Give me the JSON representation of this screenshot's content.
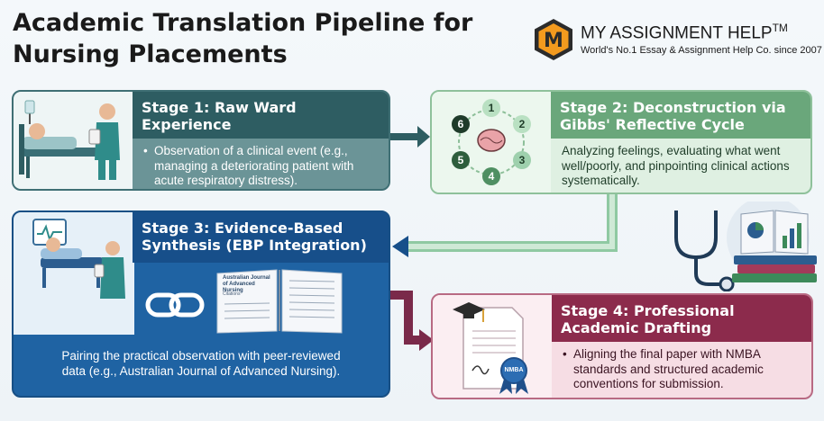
{
  "title": "Academic Translation Pipeline for Nursing Placements",
  "logo": {
    "letter": "M",
    "name": "MY ASSIGNMENT HELP",
    "trademark": "TM",
    "tagline": "World's No.1 Essay & Assignment Help Co. since 2007"
  },
  "stages": [
    {
      "title": "Stage 1: Raw Ward Experience",
      "text": "Observation of a clinical event (e.g., managing a deteriorating patient with acute respiratory distress)."
    },
    {
      "title": "Stage 2: Deconstruction via Gibbs' Reflective Cycle",
      "text": "Analyzing feelings, evaluating what went well/poorly, and pinpointing clinical actions systematically.",
      "cycle_numbers": [
        "1",
        "2",
        "3",
        "4",
        "5",
        "6"
      ]
    },
    {
      "title": "Stage 3: Evidence-Based Synthesis (EBP Integration)",
      "text": "Pairing the practical observation with peer-reviewed data (e.g., Australian Journal of Advanced Nursing).",
      "journal_title": "Australian Journal of Advanced Nursing",
      "journal_sub": "Citations"
    },
    {
      "title": "Stage 4: Professional Academic Drafting",
      "text": "Aligning the final paper with NMBA standards and structured academic conventions for submission.",
      "seal_text": "NMBA"
    }
  ],
  "colors": {
    "stage1": "#2e5d62",
    "stage2": "#6aa77b",
    "stage3": "#174f8a",
    "stage4": "#8c2b4c",
    "logo_orange": "#f39a1e"
  }
}
